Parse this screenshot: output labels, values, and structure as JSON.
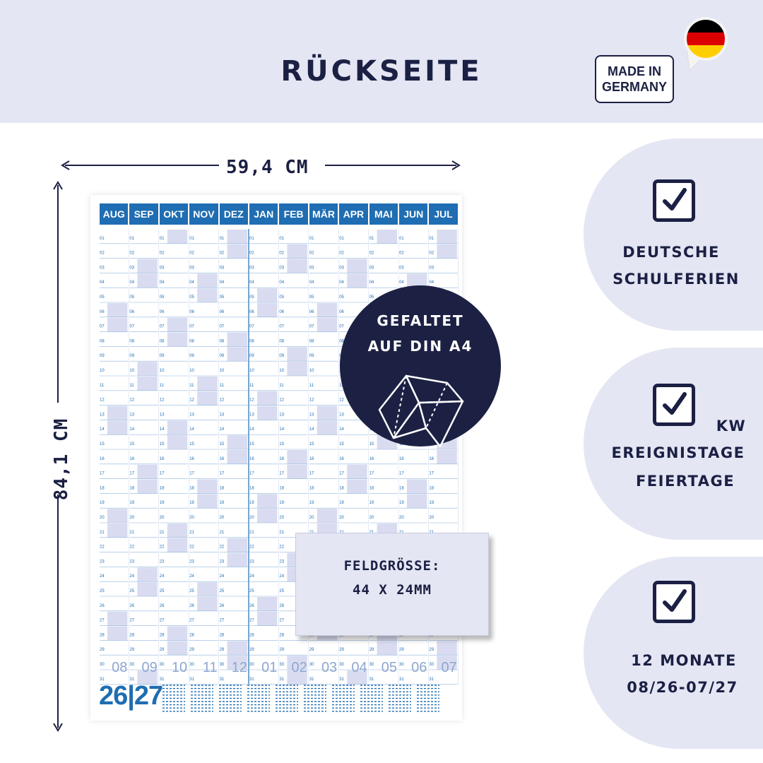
{
  "header": {
    "title": "RÜCKSEITE"
  },
  "badge": {
    "line1": "MADE IN",
    "line2": "GERMANY"
  },
  "flag_icon": "german-flag-pin-icon",
  "colors": {
    "navy": "#1b2044",
    "band": "#e4e6f3",
    "poster_blue": "#1f6db2",
    "poster_light": "#d9dcf0"
  },
  "dimensions": {
    "width_label": "59,4 CM",
    "height_label": "84,1 CM"
  },
  "poster": {
    "months": [
      "AUG",
      "SEP",
      "OKT",
      "NOV",
      "DEZ",
      "JAN",
      "FEB",
      "MÄR",
      "APR",
      "MAI",
      "JUN",
      "JUL"
    ],
    "month_numbers": [
      "08",
      "09",
      "10",
      "11",
      "12",
      "01",
      "02",
      "03",
      "04",
      "05",
      "06",
      "07"
    ],
    "year_label": "26|27"
  },
  "folded": {
    "line1": "GEFALTET",
    "line2": "AUF DIN A4"
  },
  "field_size": {
    "line1": "FELDGRÖSSE:",
    "line2": "44 X 24MM"
  },
  "features": [
    {
      "icon": "checkbox-checked-icon",
      "lines": [
        "DEUTSCHE",
        "SCHULFERIEN"
      ]
    },
    {
      "icon": "checkbox-checked-icon",
      "extra": "KW",
      "lines": [
        "EREIGNISTAGE",
        "FEIERTAGE"
      ]
    },
    {
      "icon": "checkbox-checked-icon",
      "lines": [
        "12 MONATE",
        "08/26-07/27"
      ]
    }
  ]
}
